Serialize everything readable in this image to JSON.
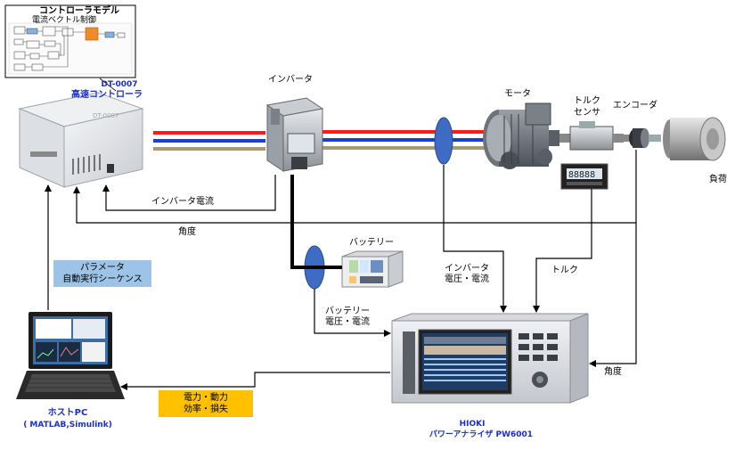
{
  "controller_model": {
    "title": "コントローラモデル",
    "subtitle": "電流ベクトル制御"
  },
  "controller": {
    "model": "DT-0007",
    "name": "高速コントローラ"
  },
  "inverter": {
    "label": "インバータ"
  },
  "motor": {
    "label": "モータ"
  },
  "torque_sensor": {
    "label_line1": "トルク",
    "label_line2": "センサ"
  },
  "encoder": {
    "label": "エンコーダ"
  },
  "load": {
    "label": "負荷"
  },
  "battery": {
    "label": "バッテリー"
  },
  "signals": {
    "inverter_current": "インバータ電流",
    "angle_top": "角度",
    "inverter_vi_line1": "インバータ",
    "inverter_vi_line2": "電圧・電流",
    "torque": "トルク",
    "battery_vi_line1": "バッテリー",
    "battery_vi_line2": "電圧・電流",
    "angle_right": "角度"
  },
  "param_box": {
    "line1": "パラメータ",
    "line2": "自動実行シーケンス"
  },
  "power_box": {
    "line1": "電力・動力",
    "line2": "効率・損失"
  },
  "host_pc": {
    "name": "ホストPC",
    "software": "( MATLAB,Simulink)"
  },
  "analyzer": {
    "brand": "HIOKI",
    "name": "パワーアナライザ PW6001"
  },
  "colors": {
    "phase_u": "#ff1a1a",
    "phase_v": "#1a3fd6",
    "phase_w": "#a89a6e",
    "ct_clamp": "#3e6bc4",
    "param_box": "#9dc3e6",
    "power_box": "#ffc000",
    "label_blue": "#1a2fd0"
  }
}
